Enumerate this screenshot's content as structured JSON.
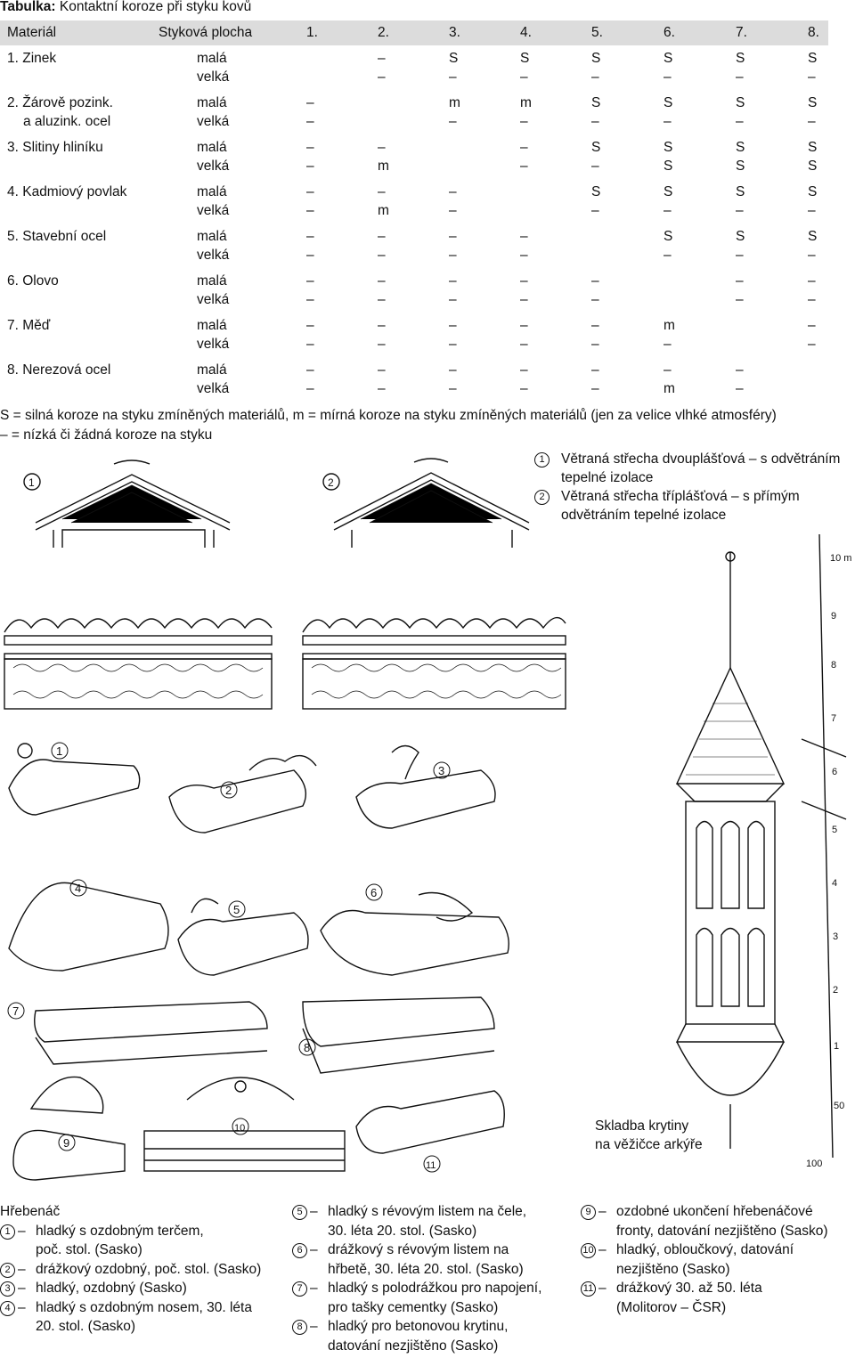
{
  "table": {
    "title_bold": "Tabulka:",
    "title_rest": " Kontaktní koroze při styku kovů",
    "headers": [
      "Materiál",
      "Styková plocha",
      "1.",
      "2.",
      "3.",
      "4.",
      "5.",
      "6.",
      "7.",
      "8."
    ],
    "rows": [
      {
        "name": "1. Zinek",
        "name2": "",
        "a": [
          "–",
          "S",
          "S",
          "S",
          "S",
          "S",
          "S"
        ],
        "b": [
          "–",
          "–",
          "–",
          "–",
          "–",
          "–",
          "–"
        ],
        "astart": 2,
        "bstart": 2
      },
      {
        "name": "2. Žárově pozink.",
        "name2": "a aluzink. ocel",
        "a": [
          "–",
          "",
          "m",
          "m",
          "S",
          "S",
          "S",
          "S"
        ],
        "b": [
          "–",
          "",
          "–",
          "–",
          "–",
          "–",
          "–",
          "–"
        ],
        "astart": 1,
        "bstart": 1
      },
      {
        "name": "3. Slitiny hliníku",
        "name2": "",
        "a": [
          "–",
          "–",
          "",
          "–",
          "S",
          "S",
          "S",
          "S"
        ],
        "b": [
          "–",
          "m",
          "",
          "–",
          "–",
          "S",
          "S",
          "S"
        ],
        "astart": 1,
        "bstart": 1
      },
      {
        "name": "4. Kadmiový povlak",
        "name2": "",
        "a": [
          "–",
          "–",
          "–",
          "",
          "S",
          "S",
          "S",
          "S"
        ],
        "b": [
          "–",
          "m",
          "–",
          "",
          "–",
          "–",
          "–",
          "–"
        ],
        "astart": 1,
        "bstart": 1
      },
      {
        "name": "5. Stavební ocel",
        "name2": "",
        "a": [
          "–",
          "–",
          "–",
          "–",
          "",
          "S",
          "S",
          "S"
        ],
        "b": [
          "–",
          "–",
          "–",
          "–",
          "",
          "–",
          "–",
          "–"
        ],
        "astart": 1,
        "bstart": 1
      },
      {
        "name": "6. Olovo",
        "name2": "",
        "a": [
          "–",
          "–",
          "–",
          "–",
          "–",
          "",
          "–",
          "–"
        ],
        "b": [
          "–",
          "–",
          "–",
          "–",
          "–",
          "",
          "–",
          "–"
        ],
        "astart": 1,
        "bstart": 1
      },
      {
        "name": "7. Měď",
        "name2": "",
        "a": [
          "–",
          "–",
          "–",
          "–",
          "–",
          "m",
          "",
          "–"
        ],
        "b": [
          "–",
          "–",
          "–",
          "–",
          "–",
          "–",
          "",
          "–"
        ],
        "astart": 1,
        "bstart": 1
      },
      {
        "name": "8. Nerezová ocel",
        "name2": "",
        "a": [
          "–",
          "–",
          "–",
          "–",
          "–",
          "–",
          "–",
          ""
        ],
        "b": [
          "–",
          "–",
          "–",
          "–",
          "–",
          "m",
          "–",
          ""
        ],
        "astart": 1,
        "bstart": 1
      }
    ],
    "size_small": "malá",
    "size_large": "velká"
  },
  "legend": {
    "line1": "S = silná koroze na styku zmíněných materiálů, m = mírná koroze na styku zmíněných materiálů (jen za velice vlhké atmosféry)",
    "line2": "– = nízká či žádná koroze na styku"
  },
  "roof_notes": [
    {
      "num": "1",
      "text": "Větraná střecha dvouplášťová – s odvětráním tepelné izolace"
    },
    {
      "num": "2",
      "text": "Větraná střecha tříplášťová – s přímým odvětráním tepelné izolace"
    }
  ],
  "figure_markers": [
    "1",
    "2",
    "3",
    "4",
    "5",
    "6",
    "7",
    "8",
    "9",
    "10",
    "11"
  ],
  "scale_labels": [
    "10 m",
    "9",
    "8",
    "7",
    "6",
    "5",
    "4",
    "3",
    "2",
    "1",
    "50",
    "100"
  ],
  "caption": {
    "line1": "Skladba krytiny",
    "line2": "na věžičce arkýře"
  },
  "ridge_list": {
    "heading": "Hřebenáč",
    "col1": [
      {
        "num": "1",
        "text": "hladký s ozdobným terčem,",
        "text2": "poč. stol. (Sasko)"
      },
      {
        "num": "2",
        "text": "drážkový ozdobný, poč. stol. (Sasko)",
        "text2": ""
      },
      {
        "num": "3",
        "text": "hladký, ozdobný (Sasko)",
        "text2": ""
      },
      {
        "num": "4",
        "text": "hladký s ozdobným nosem, 30. léta",
        "text2": "20. stol. (Sasko)"
      }
    ],
    "col2": [
      {
        "num": "5",
        "text": "hladký s révovým listem na čele,",
        "text2": "30. léta 20. stol. (Sasko)"
      },
      {
        "num": "6",
        "text": "drážkový s révovým listem na",
        "text2": "hřbetě, 30. léta 20. stol. (Sasko)"
      },
      {
        "num": "7",
        "text": "hladký s polodrážkou pro napojení,",
        "text2": "pro tašky cementky (Sasko)"
      },
      {
        "num": "8",
        "text": "hladký pro betonovou krytinu,",
        "text2": "datování nezjištěno (Sasko)"
      }
    ],
    "col3": [
      {
        "num": "9",
        "text": "ozdobné ukončení hřebenáčové",
        "text2": "fronty, datování nezjištěno (Sasko)"
      },
      {
        "num": "10",
        "text": "hladký, obloučkový, datování",
        "text2": "nezjištěno (Sasko)"
      },
      {
        "num": "11",
        "text": "drážkový 30. až 50. léta",
        "text2": "(Molitorov – ČSR)"
      }
    ]
  }
}
